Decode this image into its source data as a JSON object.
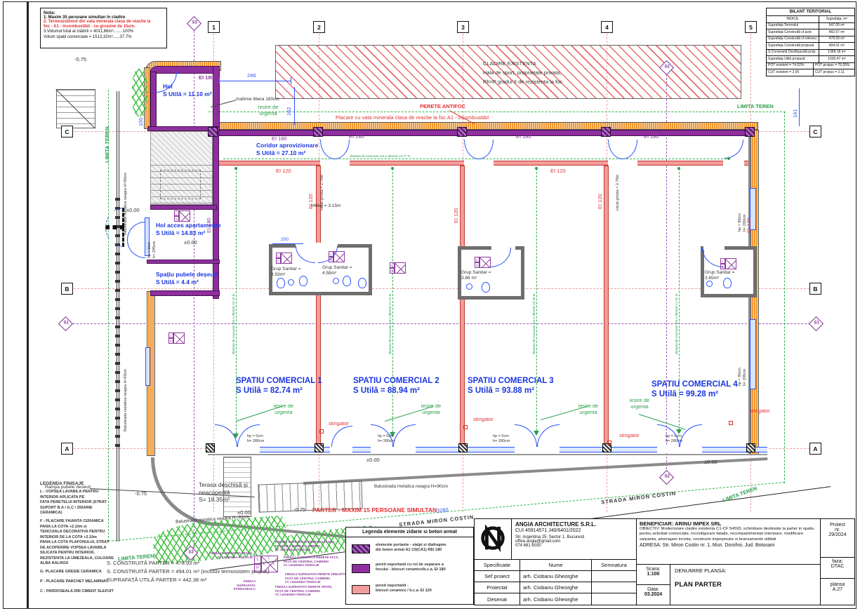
{
  "note": {
    "t": "Nota:",
    "l1": "1. Maxim 35 persoane simultan în cladire",
    "l2": "2. Termosistemul din vata minerala clasa de reactie la\n    foc - A1 - incombustibil - cu grosime de 15cm.",
    "l3": "3.Volumul total al clădirii = 4011,66m³........100%\n   Volum spații comerciale = 1513,32m³......37.7%"
  },
  "bilant": {
    "title": "BILANT TERITORIAL",
    "h1": "INDICE",
    "h2": "Suprafața, m²",
    "rows": [
      {
        "c1": "Suprafața Terenului",
        "c2": "647.00 m²"
      },
      {
        "c1": "Suprafața Construită cf.acte",
        "c2": "482.67 m²"
      },
      {
        "c1": "Suprafața Construită cf.releveu",
        "c2": "478.93 m²"
      },
      {
        "c1": "Suprafața Construită propusă",
        "c2": "494.01 m²"
      },
      {
        "c1": "S.Construită Desfășurată prop.",
        "c2": "1368.18 m²"
      },
      {
        "c1": "Suprafața Utilă propusă",
        "c2": "1030.47 m²"
      },
      {
        "c1": "POT existent = 74.02%",
        "c2": "POT propus = 76.05%"
      },
      {
        "c1": "CUT existent = 2.06",
        "c2": "CUT propus = 2.11"
      }
    ]
  },
  "grid": {
    "c1": "1",
    "c2": "2",
    "c3": "3",
    "c4": "4",
    "c5": "5",
    "rA": "A",
    "rB": "B",
    "rC": "C",
    "s1": "S1",
    "s2": "S2",
    "s3": "S3"
  },
  "existing": "CLADIRE EXISTENTA\nHala de sport,  proprietate privata,\nRh=P  gradul II de rezistenta la foc",
  "antifoc": {
    "title": "PERETE ANTIFOC",
    "desc": "Placare cu vata minerala clasa de reactie la foc A1 - incombustibil"
  },
  "rooms": {
    "hol": "Hol\nS Utilă = 11.10 m²",
    "coridor": "Coridor aprovizionare\nS Utilă = 27.10 m²",
    "holAcces": "Hol acces apartamente\nS Utilă = 14.83 m²",
    "pubele": "Spațiu pubele deșeuri\nS Utilă = 4.4 m²",
    "sc1": "SPATIU COMERCIAL 1\nS Utilă = 82.74 m²",
    "sc2": "SPATIU COMERCIAL 2\nS Utilă = 88.94 m²",
    "sc3": "SPATIU COMERCIAL 3\nS Utilă = 93.88 m²",
    "sc4": "SPATIU COMERCIAL 4\nS Utilă = 99.28 m²",
    "gs1": "Grup Sanitar =\n3.93m²",
    "gs2": "Grup Sanitar =\n4.58m²",
    "gs3": "Grup Sanitar =\n3.86 m²",
    "gs4": "Grup Sanitar =\n3.85m²",
    "terasa": "Terasa deschisă și\nneacoperită\nS= 18.35m²"
  },
  "labels": {
    "iesireCap": "Iesire de\nurgenta",
    "iesire": "iesire de\nurgenta",
    "stingator": "stingator",
    "inaltime": "Inaltime libera 180cm",
    "balustrada": "Balustrada metalica neagra H=90cm",
    "rampa": "Rampa pubele deseuri",
    "parterMax": "PARTER - MAXIM 15 PERSOANE SIMULTAN",
    "hliber": "Hliber = 3.15m",
    "hsub": "Hsub grinda = 2.78m",
    "hp280": "hp = 0cm\nh= 280cm",
    "hp200": "hp = 80cm\nh= 200cm",
    "hp295": "hp = 0cm\nh= 295cm",
    "ei180": "EI 180",
    "ei120": "EI 120",
    "evacH": "distanta de evacuare intr-o directie 14.77 m",
    "evac1": "distanta de evacuare intr-o directie 16.44 m",
    "evac2": "distanta de evacuare intr-o directie 17.47 m",
    "evac3": "distanta de evacuare intr-o directie 16.38 m",
    "evac4": "distanta de evacuare intr-o directie 17.81 m",
    "strada": "STRADA MIRON COSTIN",
    "limita": "LIMITA TEREN",
    "zero": "±0.00",
    "minus": "-0.75"
  },
  "dims": {
    "d246": "246",
    "d162": "162",
    "d141": "141",
    "d100": "100",
    "d200": "200",
    "d3260": "3260"
  },
  "arii": "S. CONSTRUITĂ PARTER = 478.93 m²\nS. CONSTRUITĂ PARTER = 494.01 m² (inclusiv termosistem propus)\nSUPRAFAȚĂ UTILĂ PARTER = 442.38 m²",
  "legendaFinisaje": {
    "title": "LEGENDA FINISAJE",
    "l": "L - VOPSEA LAVABILA PENTRU\nINTERIOR APLICATA PE\nFATA PERETELUI INTERIOR (STRAT\nSUPORT B.A / G.C / ZIDARIE\nCERAMICA)",
    "f": "F - PLACARE FAIANTA CERAMICA\nPANA LA COTA +2.10m si\nTENCUIALA DECORATIVA PENTRU\nINTERIOR DE LA COTA +2.10m\nPANA LA COTA PLAFONULUI, STRAT\nDE ACOPERIRE VOPSEA LAVABILA\nSILICATA PENTRU INTERIOR,\nREZISTENTA LA UMEZEALA, CULOARE\nALBA RAL9016",
    "g": "G- PLACARE GRESIE CERAMICA",
    "p": "P - PLACARE PARCHET MELAMINAT",
    "c": "C - PARDOSEALA DIN CIMENT SLEFUIT"
  },
  "finisaj": {
    "tavan": "FINISAJ SUPRAFATA TAVAN,\nCf. LEGENDA FINISAJE",
    "stanga": "FINISAJ SUPRAFATA PERETE STÂNGA,\nFAȚĂ DE CENTRUL CAMEREI\nCf. LEGENDA FINISAJE",
    "fata": "FINISAJ SUPRAFATA PERETE FAȚĂ,\nFAȚĂ DE CENTRUL CAMEREI\nCf. LEGENDA FINISAJE",
    "dreapta": "FINISAJ SUPRAFATA PERETE DREAPTA,\nFAȚĂ DE CENTRUL CAMEREI\nCf. LEGENDA FINISAJE",
    "spate": "FINISAJ SUPRAFATA PERETE SPATE,\nFAȚĂ DE CENTRUL CAMEREI\nCf. LEGENDA FINISAJE",
    "pardoseala": "FINISAJ SUPRAFATA\nPARDOSEALA"
  },
  "legendaZidarie": {
    "title": "Legenda elemente zidarie si beton armat",
    "i1": "elemente portante - stalpi si diafragme\ndin beton armat A1 C0(CA1)  REI 180",
    "i2": "pereti neportanti cu rol de separare a\nfocului - blocuri ceramice/b.c.a.  EI 180",
    "i3": "pereti neportanti -\nblocuri ceramice / b.c.a.  EI 120"
  },
  "titleblock": {
    "firm": "ANGIA ARCHITECTURE S.R.L.",
    "cui": "CUI 45914571    J40/6401/2022",
    "addr": "Str. Argentina 25, Sector 1, Bucuresti",
    "email": "office.angia@gmail.com",
    "phone": "074 681 6030",
    "spec": "Specificatie",
    "nume": "Nume",
    "semn": "Semnatura",
    "r1": "Sef proiect",
    "r2": "Proiectat",
    "r3": "Desenat",
    "arh": "arh. Ciobanu Gheorghe",
    "benef": "BENEFICIAR: ARINU IMPEX SRL",
    "obiectiv": "OBIECTIV: Modernizare cladire existenta C1-CF 54593, schimbare destinatie la parter in spatiu pentru activitati comerciale, reconfigurare fatade, recompartimentari interioare, modificare sarpanta, amenajare incinta, construire imprejmuire si bransamente utilitati",
    "adresa": "ADRESA: Str. Miron Costin nr. 1, Mun. Dorohoi, Jud. Botosani",
    "scaraLabel": "Scara:",
    "scara": "1:100",
    "dataLabel": "Data:",
    "data": "03.2024",
    "denumire": "DENUMIRE PLANSA:",
    "plansaName": "PLAN PARTER",
    "proiect": "Proiect\nnr.\n29/2024",
    "faza": "faza:\nDTAC",
    "plansa": "plansa\nA.27"
  },
  "sym": {
    "l": "L",
    "g": "G",
    "p": "P",
    "f": "F",
    "c": "C"
  }
}
